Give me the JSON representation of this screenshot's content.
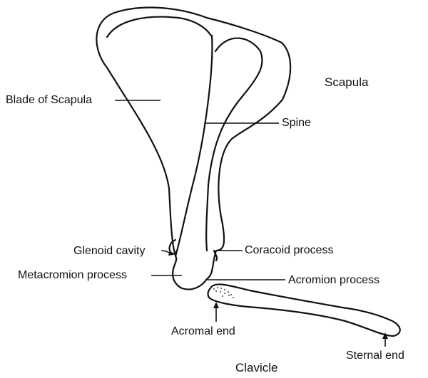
{
  "titles": {
    "scapula": "Scapula",
    "clavicle": "Clavicle"
  },
  "labels": {
    "blade": "Blade of Scapula",
    "spine": "Spine",
    "glenoid": "Glenoid cavity",
    "coracoid": "Coracoid process",
    "metacromion": "Metacromion process",
    "acromion": "Acromion process",
    "acromal_end": "Acromal end",
    "sternal_end": "Sternal end"
  },
  "colors": {
    "ink": "#111111",
    "background": "#ffffff"
  }
}
